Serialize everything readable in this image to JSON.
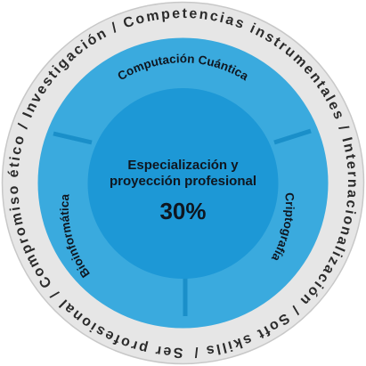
{
  "ring": {
    "segments": [
      "Investigación",
      "Competencias instrumentales",
      "Internacionalización",
      "Soft skills",
      "Ser profesional",
      "Compromiso ético"
    ],
    "separator": "/"
  },
  "areas": {
    "top": "Computación Cuántica",
    "right": "Criptografía",
    "left": "Bioinformática"
  },
  "center": {
    "line1": "Especialización y",
    "line2": "proyección profesional",
    "percent": "30%"
  },
  "colors": {
    "outer_ring": "#e6e6e6",
    "ring_edge": "#c8c8c8",
    "middle_ring": "#3aaade",
    "inner_circle": "#1d98d6",
    "dividers": "#1a8fc9"
  }
}
